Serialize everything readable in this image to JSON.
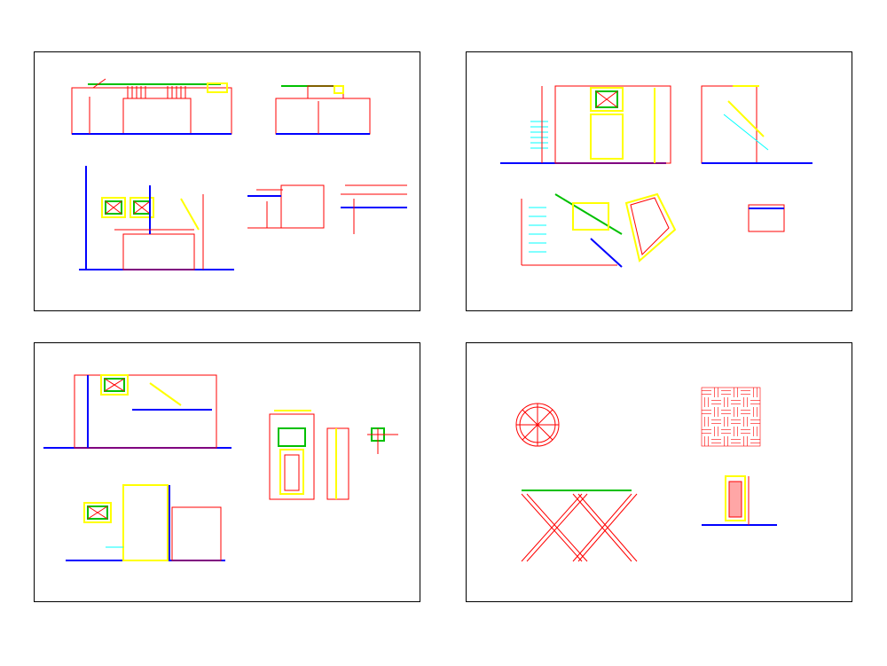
{
  "sheets": [
    {
      "id": "sheet-1",
      "captions": [
        "",
        "",
        ""
      ]
    },
    {
      "id": "sheet-2",
      "captions": [
        "",
        "",
        ""
      ]
    },
    {
      "id": "sheet-3",
      "captions": [
        "",
        "",
        ""
      ]
    },
    {
      "id": "sheet-4",
      "captions": [
        "",
        "",
        "",
        ""
      ]
    }
  ],
  "colors": {
    "line_red": "#ff0000",
    "line_blue": "#0000ff",
    "line_yellow": "#ffff00",
    "line_green": "#00c000",
    "line_cyan": "#00ffff",
    "caption_magenta": "#ff00ff",
    "frame": "#000000"
  }
}
